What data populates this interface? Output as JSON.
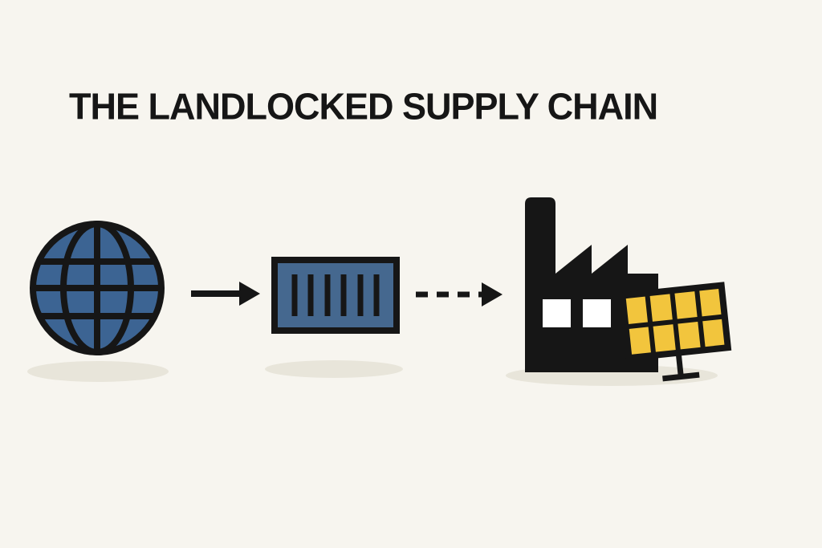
{
  "title": "THE LANDLOCKED SUPPLY CHAIN",
  "diagram": {
    "stages": [
      {
        "icon": "globe-icon"
      },
      {
        "icon": "shipping-container-icon"
      },
      {
        "icon": "factory-icon"
      },
      {
        "icon": "solar-panel-icon"
      }
    ],
    "connectors": [
      {
        "icon": "solid-arrow-icon",
        "style": "solid"
      },
      {
        "icon": "dashed-arrow-icon",
        "style": "dashed"
      }
    ]
  },
  "colors": {
    "background": "#f7f5ef",
    "ink": "#161616",
    "globe_blue": "#3c6493",
    "container_blue": "#45688f",
    "solar_yellow": "#f2c53d",
    "window_white": "#ffffff",
    "shadow_gray": "#e8e5da"
  }
}
